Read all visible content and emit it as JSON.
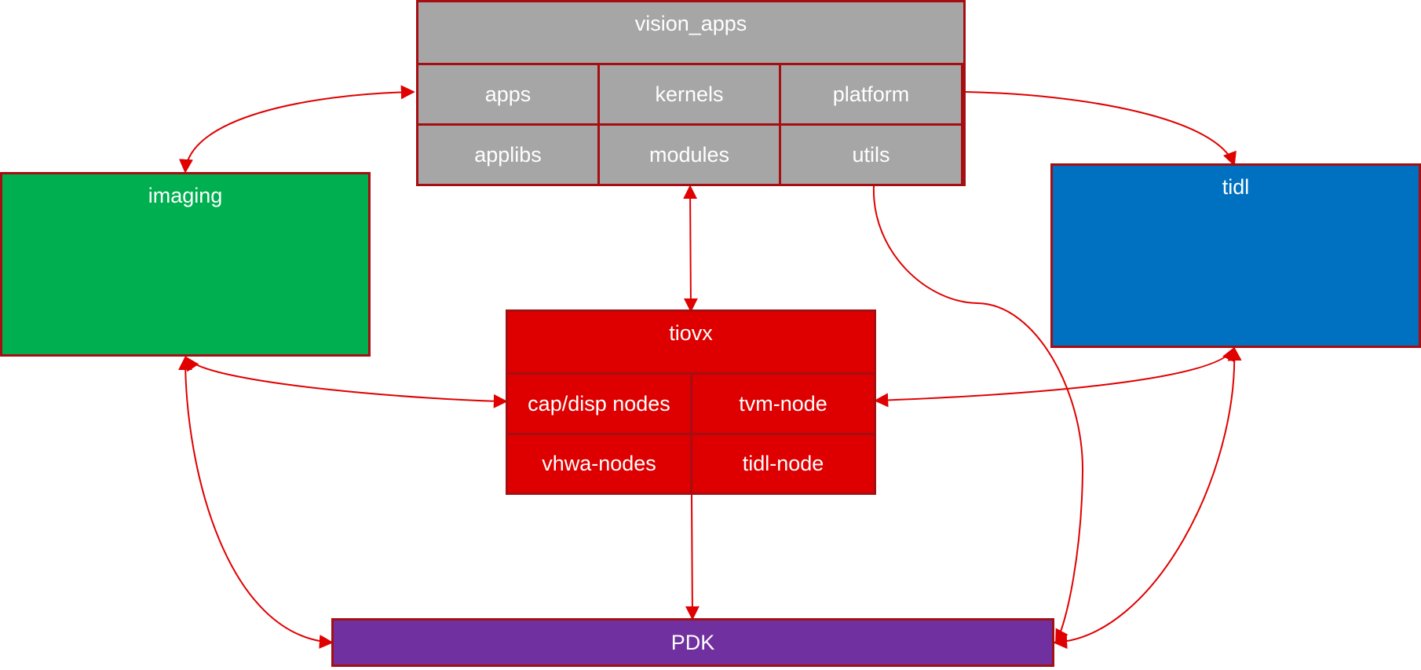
{
  "colors": {
    "vision_apps": "#a6a6a6",
    "tiovx": "#de0000",
    "imaging": "#00b050",
    "tidl": "#0070c0",
    "pdk": "#7030a0",
    "border": "#a50e12",
    "arrow": "#e00000"
  },
  "vision_apps": {
    "title": "vision_apps",
    "cells": [
      "apps",
      "kernels",
      "platform",
      "applibs",
      "modules",
      "utils"
    ]
  },
  "imaging": {
    "title": "imaging"
  },
  "tidl": {
    "title": "tidl"
  },
  "tiovx": {
    "title": "tiovx",
    "cells": [
      "cap/disp nodes",
      "tvm-node",
      "vhwa-nodes",
      "tidl-node"
    ]
  },
  "pdk": {
    "title": "PDK"
  },
  "connections": [
    {
      "from": "apps",
      "to": "imaging",
      "direction": "both"
    },
    {
      "from": "platform",
      "to": "tidl",
      "direction": "forward"
    },
    {
      "from": "modules",
      "to": "tiovx",
      "direction": "both"
    },
    {
      "from": "utils",
      "to": "PDK",
      "direction": "forward"
    },
    {
      "from": "imaging",
      "to": "cap/disp nodes",
      "direction": "both"
    },
    {
      "from": "tidl",
      "to": "tvm-node",
      "direction": "both"
    },
    {
      "from": "imaging",
      "to": "PDK",
      "direction": "both"
    },
    {
      "from": "tidl",
      "to": "PDK",
      "direction": "both"
    },
    {
      "from": "tiovx",
      "to": "PDK",
      "direction": "forward"
    }
  ]
}
